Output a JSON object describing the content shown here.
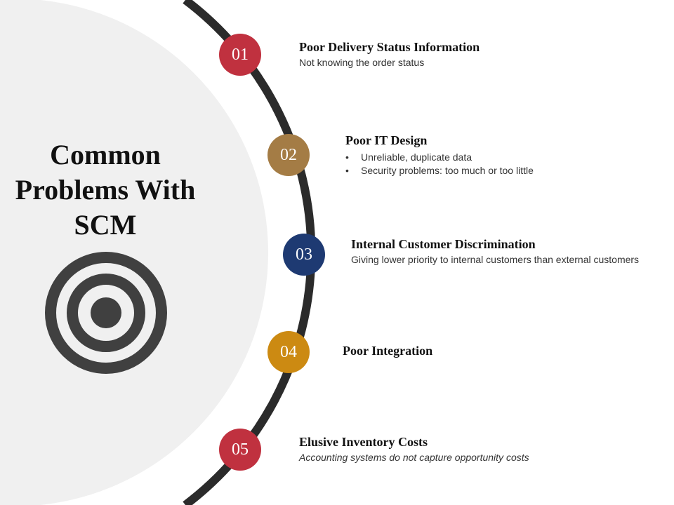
{
  "title": "Common\nProblems With\nSCM",
  "icon": "target-icon",
  "colors": {
    "left_panel": "#f0f0f0",
    "arc": "#2b2b2b",
    "target": "#404040"
  },
  "items": [
    {
      "number": "01",
      "color": "#c0313f",
      "title": "Poor Delivery Status Information",
      "description": "Not knowing the order status"
    },
    {
      "number": "02",
      "color": "#a47c45",
      "title": "Poor IT Design",
      "bullets": [
        "Unreliable, duplicate data",
        "Security problems: too much or too little"
      ]
    },
    {
      "number": "03",
      "color": "#1e3a72",
      "title": "Internal Customer Discrimination",
      "description": "Giving lower priority to internal customers than external customers"
    },
    {
      "number": "04",
      "color": "#cc8a12",
      "title": "Poor Integration"
    },
    {
      "number": "05",
      "color": "#c0313f",
      "title": "Elusive Inventory Costs",
      "description": "Accounting systems do not capture opportunity costs"
    }
  ]
}
